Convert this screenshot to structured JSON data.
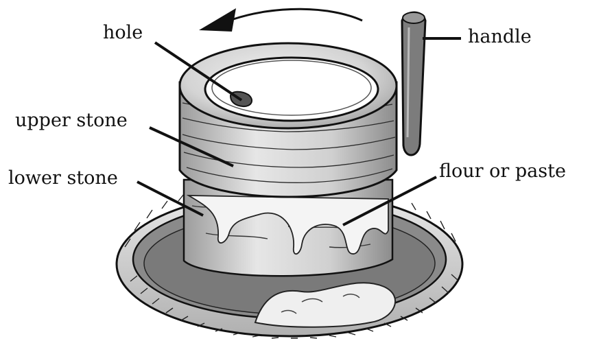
{
  "labels": {
    "hole": "hole",
    "handle": "handle",
    "upper_stone": "upper stone",
    "lower_stone": "lower stone",
    "flour_or_paste": "flour or paste"
  }
}
